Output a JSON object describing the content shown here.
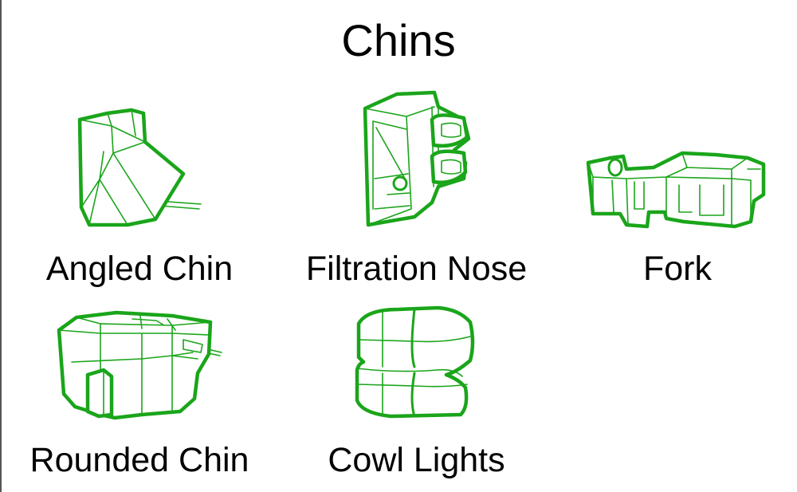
{
  "page": {
    "title": "Chins",
    "accent_color": "#1aa51a"
  },
  "parts": [
    {
      "id": "angled-chin",
      "label": "Angled Chin"
    },
    {
      "id": "filtration-nose",
      "label": "Filtration Nose"
    },
    {
      "id": "fork",
      "label": "Fork"
    },
    {
      "id": "rounded-chin",
      "label": "Rounded Chin"
    },
    {
      "id": "cowl-lights",
      "label": "Cowl Lights"
    }
  ]
}
